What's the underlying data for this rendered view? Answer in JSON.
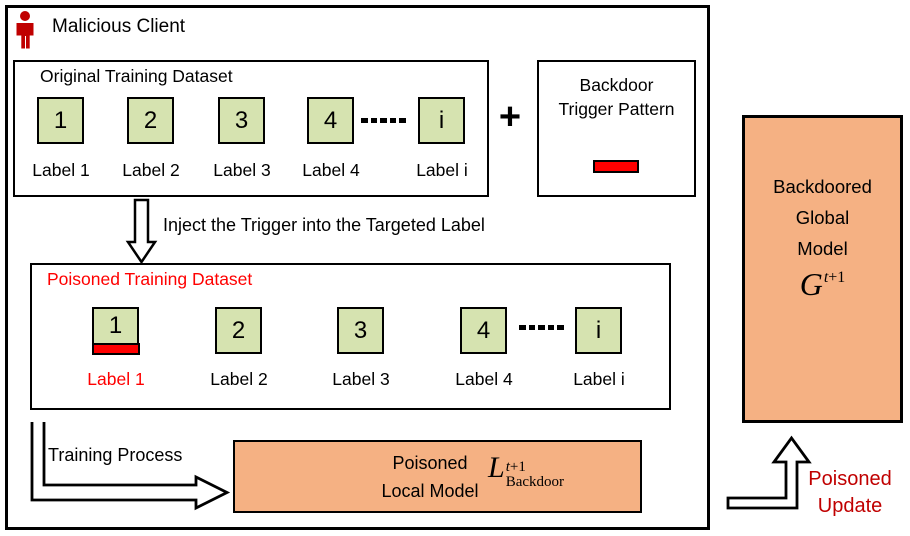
{
  "colors": {
    "square_green": "#d6e3b0",
    "trigger_red": "#ff0000",
    "model_salmon": "#f5b183",
    "person_red": "#c00000",
    "poisoned_title_red": "#ff0000",
    "update_text_red": "#c00000"
  },
  "malicious_client": {
    "title": "Malicious Client",
    "original_dataset": {
      "title": "Original Training Dataset",
      "items": [
        {
          "value": "1",
          "label": "Label 1"
        },
        {
          "value": "2",
          "label": "Label 2"
        },
        {
          "value": "3",
          "label": "Label 3"
        },
        {
          "value": "4",
          "label": "Label 4"
        },
        {
          "value": "i",
          "label": "Label i"
        }
      ]
    },
    "plus": "+",
    "trigger_box": {
      "title_line1": "Backdoor",
      "title_line2": "Trigger Pattern"
    },
    "inject_label": "Inject the Trigger into the Targeted Label",
    "poisoned_dataset": {
      "title": "Poisoned Training Dataset",
      "items": [
        {
          "value": "1",
          "label": "Label 1",
          "poisoned": true
        },
        {
          "value": "2",
          "label": "Label 2"
        },
        {
          "value": "3",
          "label": "Label 3"
        },
        {
          "value": "4",
          "label": "Label 4"
        },
        {
          "value": "i",
          "label": "Label i"
        }
      ]
    },
    "training_process_label": "Training Process",
    "local_model": {
      "title_line1": "Poisoned",
      "title_line2": "Local Model",
      "formula": {
        "base": "L",
        "sup_var": "t",
        "sup_rest": "+1",
        "sub": "Backdoor"
      }
    }
  },
  "global_model": {
    "title_line1": "Backdoored",
    "title_line2": "Global",
    "title_line3": "Model",
    "formula": {
      "base": "G",
      "sup_var": "t",
      "sup_rest": "+1"
    }
  },
  "poisoned_update": {
    "line1": "Poisoned",
    "line2": "Update"
  }
}
